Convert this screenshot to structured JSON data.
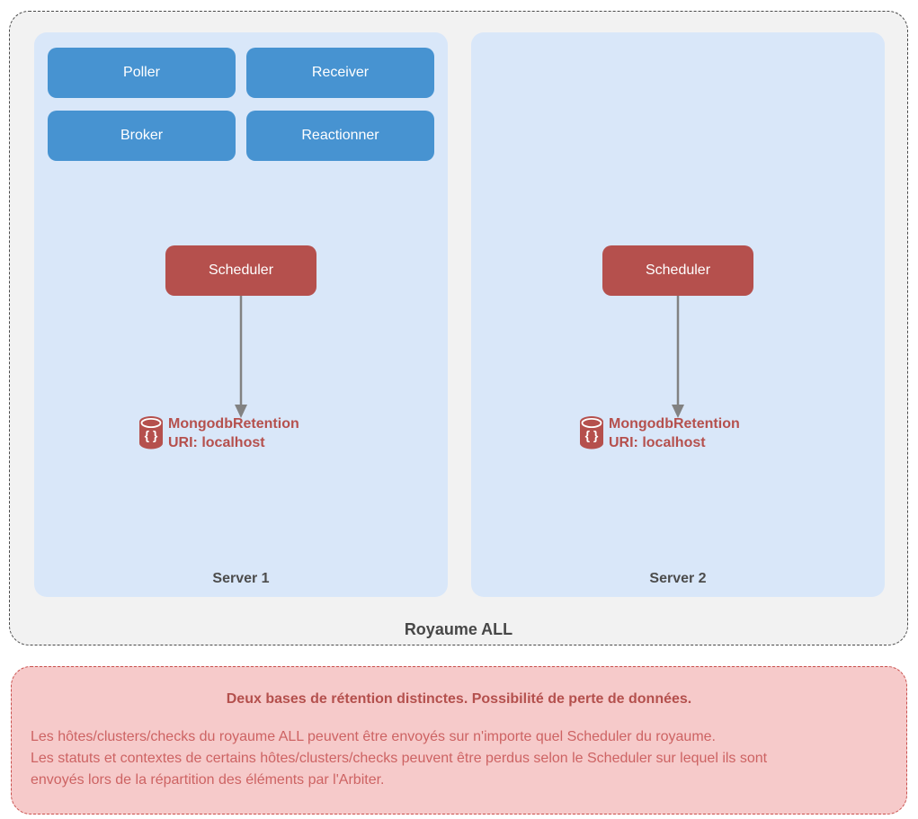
{
  "diagram": {
    "realm": {
      "label": "Royaume ALL"
    },
    "servers": [
      {
        "label": "Server 1",
        "daemons": [
          "Poller",
          "Receiver",
          "Broker",
          "Reactionner"
        ],
        "scheduler": "Scheduler",
        "retention": {
          "name": "MongodbRetention",
          "uri": "URI: localhost",
          "icon": "mongodb-database-icon",
          "icon_glyph": "{ }"
        }
      },
      {
        "label": "Server 2",
        "daemons": [],
        "scheduler": "Scheduler",
        "retention": {
          "name": "MongodbRetention",
          "uri": "URI: localhost",
          "icon": "mongodb-database-icon",
          "icon_glyph": "{ }"
        }
      }
    ]
  },
  "warning": {
    "title": "Deux bases de rétention distinctes. Possibilité de perte de données.",
    "lines": [
      "Les hôtes/clusters/checks du royaume ALL peuvent être envoyés sur n'importe quel Scheduler du royaume.",
      "Les statuts et contextes de certains hôtes/clusters/checks peuvent être perdus selon le Scheduler sur lequel ils sont",
      "envoyés lors de la répartition des éléments par l'Arbiter."
    ]
  },
  "colors": {
    "daemon_blue": "#4793d1",
    "server_panel_blue": "#d9e7f9",
    "scheduler_red": "#b5504d",
    "retention_text_red": "#b5504d",
    "realm_background": "#f2f2f2",
    "realm_border": "#4a4a4a",
    "warning_background": "#f6caca",
    "warning_border": "#c9504d",
    "warning_title_red": "#b4504d",
    "warning_body_red": "#cd6363",
    "arrow_gray": "#828282",
    "label_gray": "#4c4c4c"
  }
}
